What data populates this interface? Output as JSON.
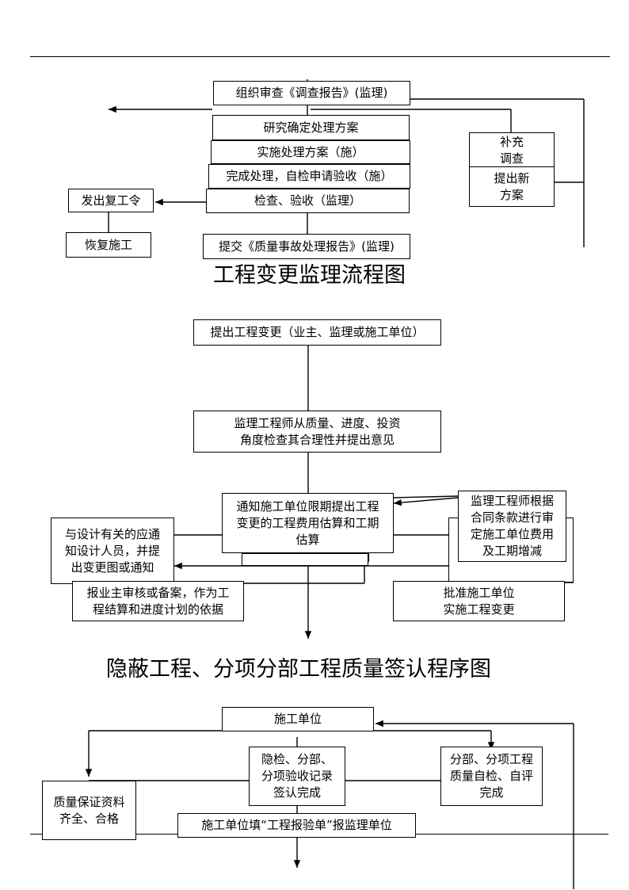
{
  "section1": {
    "boxes": {
      "organize_review": "组织审查《调查报告》(监理)",
      "research_plan": "研究确定处理方案",
      "implement_plan": "实施处理方案（施）",
      "complete_apply": "完成处理，自检申请验收（施）",
      "inspect_accept": "检查、验收（监理）",
      "submit_report": "提交《质量事故处理报告》(监理)",
      "issue_resume": "发出复工令",
      "resume_work": "恢复施工",
      "supplement": "补充\n调查",
      "new_plan": "提出新\n方案"
    }
  },
  "section2": {
    "title": "工程变更监理流程图",
    "boxes": {
      "propose_change": "提出工程变更（业主、监理或施工单位）",
      "engineer_check": "监理工程师从质量、进度、投资\n角度检查其合理性并提出意见",
      "notify_contractor": "通知施工单位限期提出工程\n变更的工程费用估算和工期\n估算",
      "engineer_contract": "监理工程师根据\n合同条款进行审\n定施工单位费用\n及工期增减",
      "notify_designer": "与设计有关的应通\n知设计人员，并提\n出变更图或通知",
      "report_owner": "报业主审核或备案，作为工\n程结算和进度计划的依据",
      "approve": "批准施工单位\n实施工程变更"
    }
  },
  "section3": {
    "title": "隐蔽工程、分项分部工程质量签认程序图",
    "boxes": {
      "contractor": "施工单位",
      "hidden_sign": "隐检、分部、\n分项验收记录\n签认完成",
      "self_check": "分部、分项工程\n质量自检、自评\n完成",
      "quality_docs": "质量保证资料\n齐全、合格",
      "fill_form": "施工单位填“工程报验单”报监理单位"
    }
  }
}
